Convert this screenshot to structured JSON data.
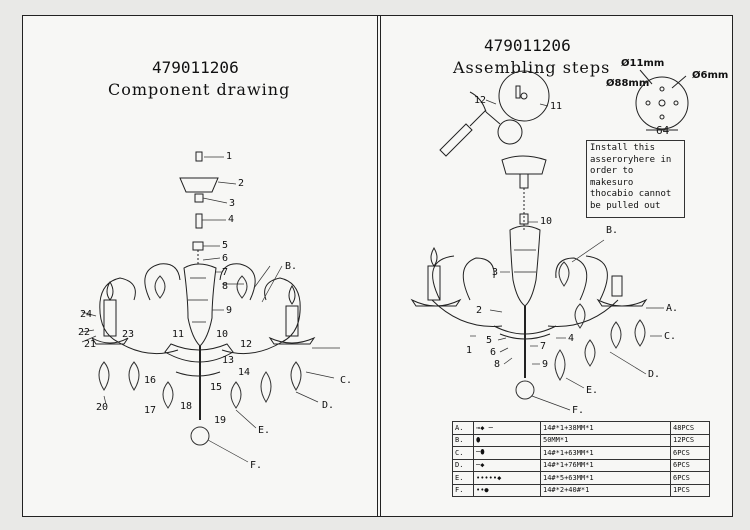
{
  "left_panel": {
    "model_number": "479011206",
    "title": "Component drawing",
    "callouts": [
      "1",
      "2",
      "3",
      "4",
      "5",
      "6",
      "7",
      "8",
      "9",
      "10",
      "11",
      "12",
      "13",
      "14",
      "15",
      "16",
      "17",
      "18",
      "19",
      "20",
      "21",
      "22",
      "23",
      "24",
      "B.",
      "C.",
      "D.",
      "E.",
      "F."
    ]
  },
  "right_panel": {
    "model_number": "479011206",
    "title": "Assembling steps",
    "canopy_dims": {
      "hole": "Ø11mm",
      "outer": "Ø88mm",
      "pin": "Ø6mm",
      "spacing": "64"
    },
    "canopy_callouts": [
      "12",
      "11"
    ],
    "install_note": "Install this asseroryhere in order to makesuro thocabio cannot be pulled out",
    "callouts": [
      "10",
      "3",
      "2",
      "1",
      "5",
      "6",
      "7",
      "8",
      "9",
      "4",
      "B.",
      "A.",
      "C.",
      "D.",
      "E.",
      "F."
    ],
    "parts_table": [
      {
        "letter": "A.",
        "spec": "14#*1+38MM*1",
        "qty": "48PCS"
      },
      {
        "letter": "B.",
        "spec": "50MM*1",
        "qty": "12PCS"
      },
      {
        "letter": "C.",
        "spec": "14#*1+63MM*1",
        "qty": "6PCS"
      },
      {
        "letter": "D.",
        "spec": "14#*1+76MM*1",
        "qty": "6PCS"
      },
      {
        "letter": "E.",
        "spec": "14#*5+63MM*1",
        "qty": "6PCS"
      },
      {
        "letter": "F.",
        "spec": "14#*2+40#*1",
        "qty": "1PCS"
      }
    ]
  }
}
